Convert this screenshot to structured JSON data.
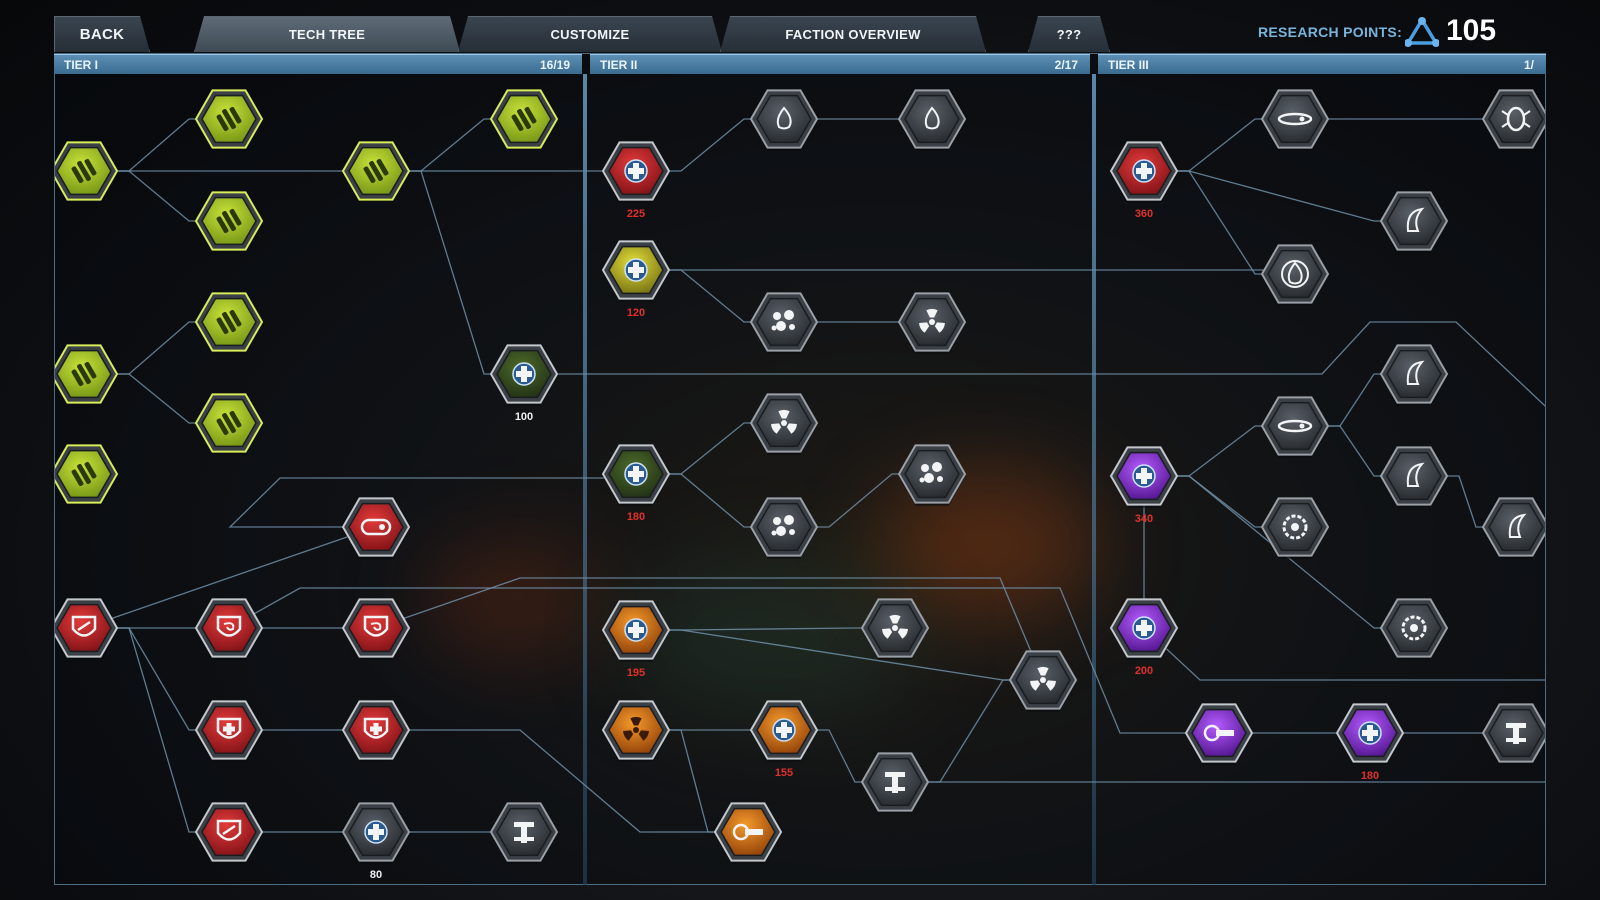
{
  "nav": {
    "back_label": "BACK",
    "tabs": [
      {
        "label": "TECH TREE"
      },
      {
        "label": "CUSTOMIZE"
      },
      {
        "label": "FACTION OVERVIEW"
      },
      {
        "label": "???"
      }
    ],
    "active_tab": "TECH TREE"
  },
  "research_points": {
    "label": "RESEARCH POINTS:",
    "value": "105",
    "icon": "research-points-icon"
  },
  "tiers": [
    {
      "name": "TIER I",
      "progress": "16/19"
    },
    {
      "name": "TIER II",
      "progress": "2/17"
    },
    {
      "name": "TIER III",
      "progress": "1/"
    }
  ],
  "colors": {
    "green": "#aacb2e",
    "red": "#c8222a",
    "purple": "#8a2bd6",
    "orange": "#e07a1a",
    "grey": "#8e949a",
    "yellow": "#c9c42a",
    "dark_green": "#3f5a2a",
    "connector": "#6f8ea6",
    "cost_red": "#e0302a",
    "cost_white": "#f0f0f0"
  },
  "nodes": [
    {
      "id": "t1-g1",
      "tier": 1,
      "color": "green",
      "icon": "ammo-crate-icon",
      "state": "unlocked"
    },
    {
      "id": "t1-g2",
      "tier": 1,
      "color": "green",
      "icon": "bullets-icon",
      "state": "unlocked"
    },
    {
      "id": "t1-g3",
      "tier": 1,
      "color": "green",
      "icon": "rocket-icon",
      "state": "unlocked"
    },
    {
      "id": "t1-g4",
      "tier": 1,
      "color": "green",
      "icon": "bullet-icon",
      "state": "unlocked"
    },
    {
      "id": "t1-g5",
      "tier": 1,
      "color": "green",
      "icon": "ammo-belt-icon",
      "state": "unlocked"
    },
    {
      "id": "t1-g6",
      "tier": 1,
      "color": "green",
      "icon": "grenade-icon",
      "state": "unlocked"
    },
    {
      "id": "t1-g7",
      "tier": 1,
      "color": "green",
      "icon": "blast-icon",
      "state": "unlocked"
    },
    {
      "id": "t1-g8",
      "tier": 1,
      "color": "green",
      "icon": "splash-icon",
      "state": "unlocked"
    },
    {
      "id": "t1-g9",
      "tier": 1,
      "color": "green",
      "icon": "explosion-icon",
      "state": "unlocked"
    },
    {
      "id": "t1-med100",
      "tier": 1,
      "color": "dark_green",
      "icon": "medic-plus-icon",
      "cost": "100",
      "cost_color": "white",
      "state": "available"
    },
    {
      "id": "t1-r1",
      "tier": 1,
      "color": "red",
      "icon": "tank-track-icon",
      "state": "unlocked"
    },
    {
      "id": "t1-r2",
      "tier": 1,
      "color": "red",
      "icon": "shield-icon",
      "state": "unlocked"
    },
    {
      "id": "t1-r3",
      "tier": 1,
      "color": "red",
      "icon": "swirl-shield-icon",
      "state": "unlocked"
    },
    {
      "id": "t1-r4",
      "tier": 1,
      "color": "red",
      "icon": "swirl-shield-icon",
      "state": "unlocked"
    },
    {
      "id": "t1-r5",
      "tier": 1,
      "color": "red",
      "icon": "cross-shield-icon",
      "state": "unlocked"
    },
    {
      "id": "t1-r6",
      "tier": 1,
      "color": "red",
      "icon": "cross-shield-icon",
      "state": "unlocked"
    },
    {
      "id": "t1-r7",
      "tier": 1,
      "color": "red",
      "icon": "shield-icon",
      "state": "unlocked"
    },
    {
      "id": "t1-med80",
      "tier": 1,
      "color": "grey",
      "icon": "medic-plus-icon",
      "cost": "80",
      "cost_color": "white",
      "state": "available"
    },
    {
      "id": "t1-w1",
      "tier": 1,
      "color": "grey",
      "icon": "turret-icon",
      "state": "locked"
    },
    {
      "id": "t2-med225",
      "tier": 2,
      "color": "red",
      "icon": "medic-plus-icon",
      "cost": "225",
      "cost_color": "red",
      "state": "available"
    },
    {
      "id": "t2-fire1",
      "tier": 2,
      "color": "grey",
      "icon": "flame-icon",
      "state": "locked"
    },
    {
      "id": "t2-fire2",
      "tier": 2,
      "color": "grey",
      "icon": "flame-icon",
      "state": "locked"
    },
    {
      "id": "t2-med120",
      "tier": 2,
      "color": "yellow",
      "icon": "medic-plus-icon",
      "cost": "120",
      "cost_color": "red",
      "state": "available"
    },
    {
      "id": "t2-gas",
      "tier": 2,
      "color": "grey",
      "icon": "gas-icon",
      "state": "locked"
    },
    {
      "id": "t2-bio1",
      "tier": 2,
      "color": "grey",
      "icon": "biohazard-icon",
      "state": "locked"
    },
    {
      "id": "t2-bio2",
      "tier": 2,
      "color": "grey",
      "icon": "biohazard-icon",
      "state": "locked"
    },
    {
      "id": "t2-med180",
      "tier": 2,
      "color": "dark_green",
      "icon": "medic-plus-icon",
      "cost": "180",
      "cost_color": "red",
      "state": "available"
    },
    {
      "id": "t2-spore",
      "tier": 2,
      "color": "grey",
      "icon": "spore-icon",
      "state": "locked"
    },
    {
      "id": "t2-cells",
      "tier": 2,
      "color": "grey",
      "icon": "cells-icon",
      "state": "locked"
    },
    {
      "id": "t2-med195",
      "tier": 2,
      "color": "orange",
      "icon": "medic-plus-icon",
      "cost": "195",
      "cost_color": "red",
      "state": "available"
    },
    {
      "id": "t2-rad1",
      "tier": 2,
      "color": "grey",
      "icon": "radiation-icon",
      "state": "locked"
    },
    {
      "id": "t2-rad2",
      "tier": 2,
      "color": "grey",
      "icon": "radiation-icon",
      "state": "locked"
    },
    {
      "id": "t2-o1",
      "tier": 2,
      "color": "orange",
      "icon": "radiation-icon",
      "state": "unlocked"
    },
    {
      "id": "t2-med155",
      "tier": 2,
      "color": "orange",
      "icon": "medic-plus-icon",
      "cost": "155",
      "cost_color": "red",
      "state": "available"
    },
    {
      "id": "t2-o2",
      "tier": 2,
      "color": "orange",
      "icon": "beam-icon",
      "state": "unlocked"
    },
    {
      "id": "t2-grey1",
      "tier": 2,
      "color": "grey",
      "icon": "barrier-icon",
      "state": "locked"
    },
    {
      "id": "t3-med360",
      "tier": 3,
      "color": "red",
      "icon": "medic-plus-icon",
      "cost": "360",
      "cost_color": "red",
      "state": "available"
    },
    {
      "id": "t3-a1",
      "tier": 3,
      "color": "grey",
      "icon": "dart-icon",
      "state": "locked"
    },
    {
      "id": "t3-a2",
      "tier": 3,
      "color": "grey",
      "icon": "beetle-icon",
      "state": "locked"
    },
    {
      "id": "t3-a3",
      "tier": 3,
      "color": "grey",
      "icon": "drop-icon",
      "state": "locked"
    },
    {
      "id": "t3-a4",
      "tier": 3,
      "color": "grey",
      "icon": "ring-flame-icon",
      "state": "locked"
    },
    {
      "id": "t3-med340",
      "tier": 3,
      "color": "purple",
      "icon": "medic-plus-icon",
      "cost": "340",
      "cost_color": "red",
      "state": "available"
    },
    {
      "id": "t3-b1",
      "tier": 3,
      "color": "grey",
      "icon": "capsule-icon",
      "state": "locked"
    },
    {
      "id": "t3-b2",
      "tier": 3,
      "color": "grey",
      "icon": "claw-icon",
      "state": "locked"
    },
    {
      "id": "t3-b3",
      "tier": 3,
      "color": "grey",
      "icon": "claw-icon",
      "state": "locked"
    },
    {
      "id": "t3-b4",
      "tier": 3,
      "color": "grey",
      "icon": "claw-icon",
      "state": "locked"
    },
    {
      "id": "t3-b5",
      "tier": 3,
      "color": "grey",
      "icon": "gear-icon",
      "state": "locked"
    },
    {
      "id": "t3-med200",
      "tier": 3,
      "color": "purple",
      "icon": "medic-plus-icon",
      "cost": "200",
      "cost_color": "red",
      "state": "available"
    },
    {
      "id": "t3-b6",
      "tier": 3,
      "color": "grey",
      "icon": "gear-icon",
      "state": "locked"
    },
    {
      "id": "t3-p1",
      "tier": 3,
      "color": "purple",
      "icon": "plasma-beam-icon",
      "state": "unlocked"
    },
    {
      "id": "t3-med180",
      "tier": 3,
      "color": "purple",
      "icon": "medic-plus-icon",
      "cost": "180",
      "cost_color": "red",
      "state": "available"
    },
    {
      "id": "t3-c1",
      "tier": 3,
      "color": "grey",
      "icon": "armor-icon",
      "state": "locked"
    }
  ],
  "links": [
    [
      "t1-g1",
      "t1-g2"
    ],
    [
      "t1-g1",
      "t1-g3"
    ],
    [
      "t1-g1",
      "t1-g4"
    ],
    [
      "t1-g4",
      "t1-g5"
    ],
    [
      "t1-g4",
      "t1-med100"
    ],
    [
      "t1-g4",
      "t2-med225"
    ],
    [
      "t1-g6",
      "t1-g7"
    ],
    [
      "t1-g6",
      "t1-g8"
    ],
    [
      "t1-r1",
      "t2-med180"
    ],
    [
      "t1-r1",
      "t1-r2"
    ],
    [
      "t1-r2",
      "t1-r3"
    ],
    [
      "t1-r2",
      "t1-r5"
    ],
    [
      "t1-r2",
      "t1-r7"
    ],
    [
      "t1-r3",
      "t1-r4"
    ],
    [
      "t1-r5",
      "t1-r6"
    ],
    [
      "t1-r7",
      "t1-med80"
    ],
    [
      "t1-med80",
      "t1-w1"
    ],
    [
      "t1-r4",
      "t2-rad2"
    ],
    [
      "t1-r6",
      "t2-o2"
    ],
    [
      "t1-med100",
      "t3-b2"
    ],
    [
      "t2-med225",
      "t2-fire1"
    ],
    [
      "t2-fire1",
      "t2-fire2"
    ],
    [
      "t2-med120",
      "t2-gas"
    ],
    [
      "t2-gas",
      "t2-bio2"
    ],
    [
      "t2-med120",
      "t3-a4"
    ],
    [
      "t2-med180",
      "t2-bio1"
    ],
    [
      "t2-med180",
      "t2-spore"
    ],
    [
      "t2-spore",
      "t2-cells"
    ],
    [
      "t2-med195",
      "t2-rad1"
    ],
    [
      "t2-med195",
      "t2-rad2"
    ],
    [
      "t2-o1",
      "t2-med155"
    ],
    [
      "t2-med155",
      "t2-grey1"
    ],
    [
      "t2-grey1",
      "t2-rad2"
    ],
    [
      "t2-o1",
      "t2-o2"
    ],
    [
      "t2-grey1",
      "t3-c1"
    ],
    [
      "t3-med360",
      "t3-a1"
    ],
    [
      "t3-a1",
      "t3-a2"
    ],
    [
      "t3-med360",
      "t3-a3"
    ],
    [
      "t3-med360",
      "t3-a4"
    ],
    [
      "t3-med340",
      "t3-b1"
    ],
    [
      "t3-b1",
      "t3-b2"
    ],
    [
      "t3-b1",
      "t3-b3"
    ],
    [
      "t3-b3",
      "t3-b4"
    ],
    [
      "t3-med340",
      "t3-b5"
    ],
    [
      "t3-med340",
      "t3-med200"
    ],
    [
      "t3-med340",
      "t3-b6"
    ],
    [
      "t3-med200",
      "t3-b6"
    ],
    [
      "t3-p1",
      "t3-med180"
    ],
    [
      "t3-med180",
      "t3-c1"
    ],
    [
      "t1-r3",
      "t3-p1"
    ]
  ]
}
